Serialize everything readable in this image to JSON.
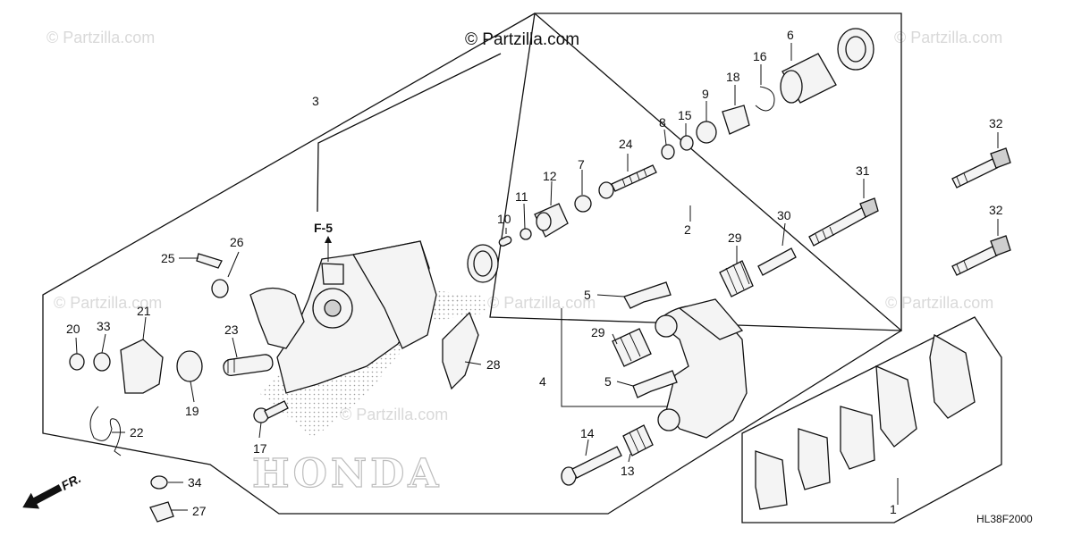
{
  "watermark": {
    "main": "© Partzilla.com",
    "tiles": [
      "© Partzilla.com",
      "© Partzilla.com",
      "© Partzilla.com",
      "© Partzilla.com",
      "© Partzilla.com",
      "© Partzilla.com"
    ]
  },
  "reference": {
    "f5": "F-5",
    "direction": "FR.",
    "diagram_code": "HL38F2000",
    "logo_text": "HONDA"
  },
  "callouts": {
    "c1": "1",
    "c2": "2",
    "c3": "3",
    "c4": "4",
    "c5a": "5",
    "c5b": "5",
    "c6": "6",
    "c7": "7",
    "c8": "8",
    "c9": "9",
    "c10": "10",
    "c11": "11",
    "c12": "12",
    "c13": "13",
    "c14": "14",
    "c15": "15",
    "c16": "16",
    "c17": "17",
    "c18": "18",
    "c19": "19",
    "c20": "20",
    "c21": "21",
    "c22": "22",
    "c23": "23",
    "c24": "24",
    "c25": "25",
    "c26": "26",
    "c27": "27",
    "c28": "28",
    "c29a": "29",
    "c29b": "29",
    "c30": "30",
    "c31": "31",
    "c32a": "32",
    "c32b": "32",
    "c33": "33",
    "c34": "34"
  },
  "colors": {
    "ink": "#111111",
    "watermark": "#d9d9d9",
    "background": "#ffffff"
  }
}
